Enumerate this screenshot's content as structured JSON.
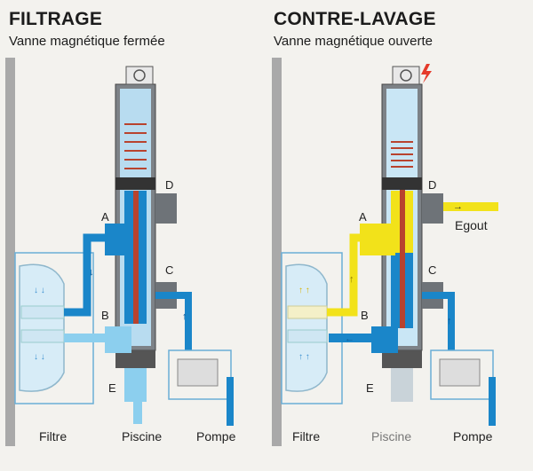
{
  "panels": {
    "filtrage": {
      "title": "FILTRAGE",
      "subtitle": "Vanne magnétique fermée",
      "labels": {
        "A": "A",
        "B": "B",
        "C": "C",
        "D": "D",
        "E": "E"
      },
      "captions": {
        "filtre": "Filtre",
        "piscine": "Piscine",
        "pompe": "Pompe"
      }
    },
    "contre_lavage": {
      "title": "CONTRE-LAVAGE",
      "subtitle": "Vanne magnétique ouverte",
      "labels": {
        "A": "A",
        "B": "B",
        "C": "C",
        "D": "D",
        "E": "E"
      },
      "captions": {
        "egout": "Egout",
        "filtre": "Filtre",
        "piscine": "Piscine",
        "pompe": "Pompe"
      }
    }
  },
  "colors": {
    "water_blue": "#1a86c9",
    "light_blue": "#8ccfee",
    "backwash_yellow": "#f2e21a",
    "valve_red": "#b8432e",
    "wall_gray": "#a9a9a9",
    "body_gray": "#7d8287"
  },
  "icons": [
    "lightning-icon",
    "motor-icon",
    "pump-icon",
    "flow-arrow-icon"
  ]
}
